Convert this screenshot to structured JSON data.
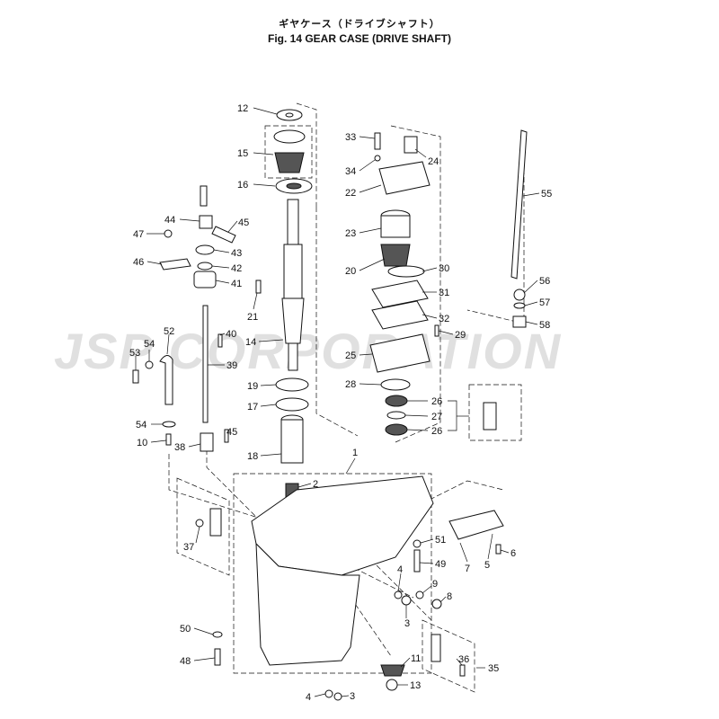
{
  "header": {
    "title_jp": "ギヤケース（ドライブシャフト）",
    "title_en": "Fig. 14   GEAR CASE (DRIVE SHAFT)"
  },
  "watermark": {
    "text": "JSP CORPORATION"
  },
  "callouts": [
    {
      "id": "c12",
      "num": "12"
    },
    {
      "id": "c15",
      "num": "15"
    },
    {
      "id": "c16",
      "num": "16"
    },
    {
      "id": "c44",
      "num": "44"
    },
    {
      "id": "c45a",
      "num": "45"
    },
    {
      "id": "c47",
      "num": "47"
    },
    {
      "id": "c43",
      "num": "43"
    },
    {
      "id": "c42",
      "num": "42"
    },
    {
      "id": "c46",
      "num": "46"
    },
    {
      "id": "c41",
      "num": "41"
    },
    {
      "id": "c21",
      "num": "21"
    },
    {
      "id": "c40",
      "num": "40"
    },
    {
      "id": "c14",
      "num": "14"
    },
    {
      "id": "c52",
      "num": "52"
    },
    {
      "id": "c53",
      "num": "53"
    },
    {
      "id": "c54a",
      "num": "54"
    },
    {
      "id": "c39",
      "num": "39"
    },
    {
      "id": "c19",
      "num": "19"
    },
    {
      "id": "c17",
      "num": "17"
    },
    {
      "id": "c54b",
      "num": "54"
    },
    {
      "id": "c45b",
      "num": "45"
    },
    {
      "id": "c10",
      "num": "10"
    },
    {
      "id": "c38",
      "num": "38"
    },
    {
      "id": "c18",
      "num": "18"
    },
    {
      "id": "c1",
      "num": "1"
    },
    {
      "id": "c2",
      "num": "2"
    },
    {
      "id": "c33",
      "num": "33"
    },
    {
      "id": "c24",
      "num": "24"
    },
    {
      "id": "c34",
      "num": "34"
    },
    {
      "id": "c22",
      "num": "22"
    },
    {
      "id": "c23",
      "num": "23"
    },
    {
      "id": "c20",
      "num": "20"
    },
    {
      "id": "c30",
      "num": "30"
    },
    {
      "id": "c31",
      "num": "31"
    },
    {
      "id": "c32",
      "num": "32"
    },
    {
      "id": "c29",
      "num": "29"
    },
    {
      "id": "c25",
      "num": "25"
    },
    {
      "id": "c28",
      "num": "28"
    },
    {
      "id": "c26a",
      "num": "26"
    },
    {
      "id": "c27",
      "num": "27"
    },
    {
      "id": "c26b",
      "num": "26"
    },
    {
      "id": "c55",
      "num": "55"
    },
    {
      "id": "c56",
      "num": "56"
    },
    {
      "id": "c57",
      "num": "57"
    },
    {
      "id": "c58",
      "num": "58"
    },
    {
      "id": "c37",
      "num": "37"
    },
    {
      "id": "c51",
      "num": "51"
    },
    {
      "id": "c49",
      "num": "49"
    },
    {
      "id": "c7",
      "num": "7"
    },
    {
      "id": "c5",
      "num": "5"
    },
    {
      "id": "c6",
      "num": "6"
    },
    {
      "id": "c4a",
      "num": "4"
    },
    {
      "id": "c9",
      "num": "9"
    },
    {
      "id": "c8",
      "num": "8"
    },
    {
      "id": "c3a",
      "num": "3"
    },
    {
      "id": "c50",
      "num": "50"
    },
    {
      "id": "c48",
      "num": "48"
    },
    {
      "id": "c11",
      "num": "11"
    },
    {
      "id": "c36",
      "num": "36"
    },
    {
      "id": "c35",
      "num": "35"
    },
    {
      "id": "c13",
      "num": "13"
    },
    {
      "id": "c4b",
      "num": "4"
    },
    {
      "id": "c3b",
      "num": "3"
    }
  ]
}
